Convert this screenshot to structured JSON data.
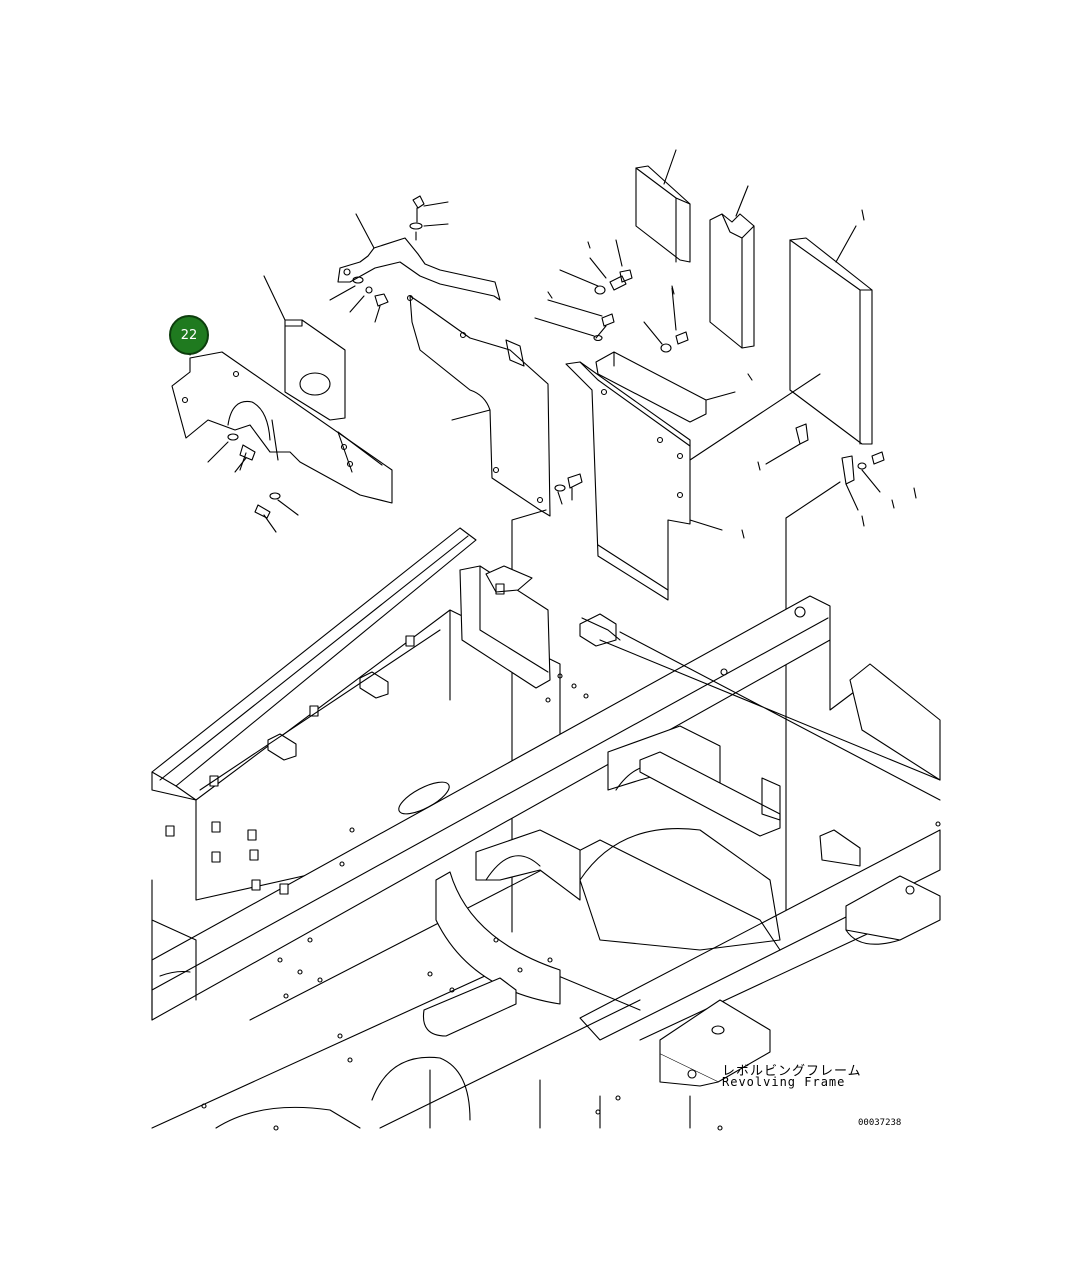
{
  "diagram": {
    "callout_number": "22",
    "caption_japanese": "レボルビングフレーム",
    "caption_english": "Revolving Frame",
    "drawing_code": "00037238",
    "colors": {
      "callout_fill": "#1f7a1f",
      "line": "#000000",
      "background": "#ffffff"
    }
  }
}
